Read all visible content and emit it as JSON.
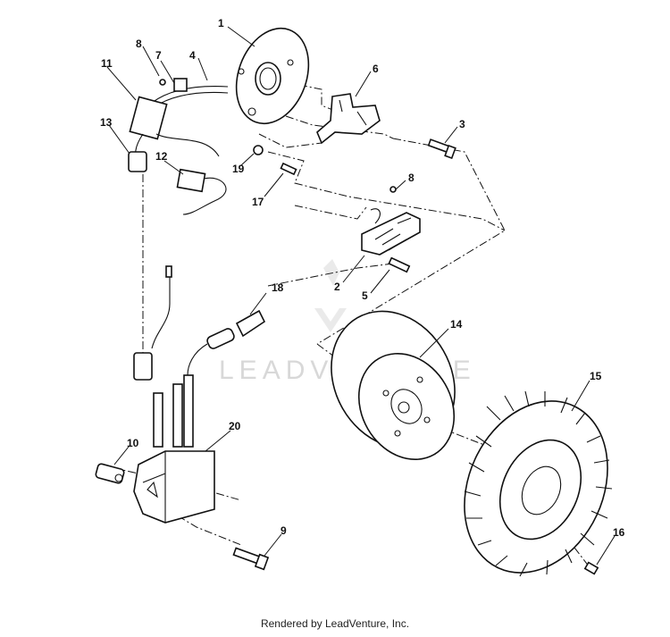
{
  "callouts": [
    "1",
    "2",
    "3",
    "4",
    "5",
    "6",
    "7",
    "8",
    "8",
    "9",
    "10",
    "11",
    "12",
    "13",
    "14",
    "15",
    "16",
    "17",
    "18",
    "19",
    "20"
  ],
  "watermark": "LEADVENTURE",
  "footer": "Rendered by LeadVenture, Inc."
}
